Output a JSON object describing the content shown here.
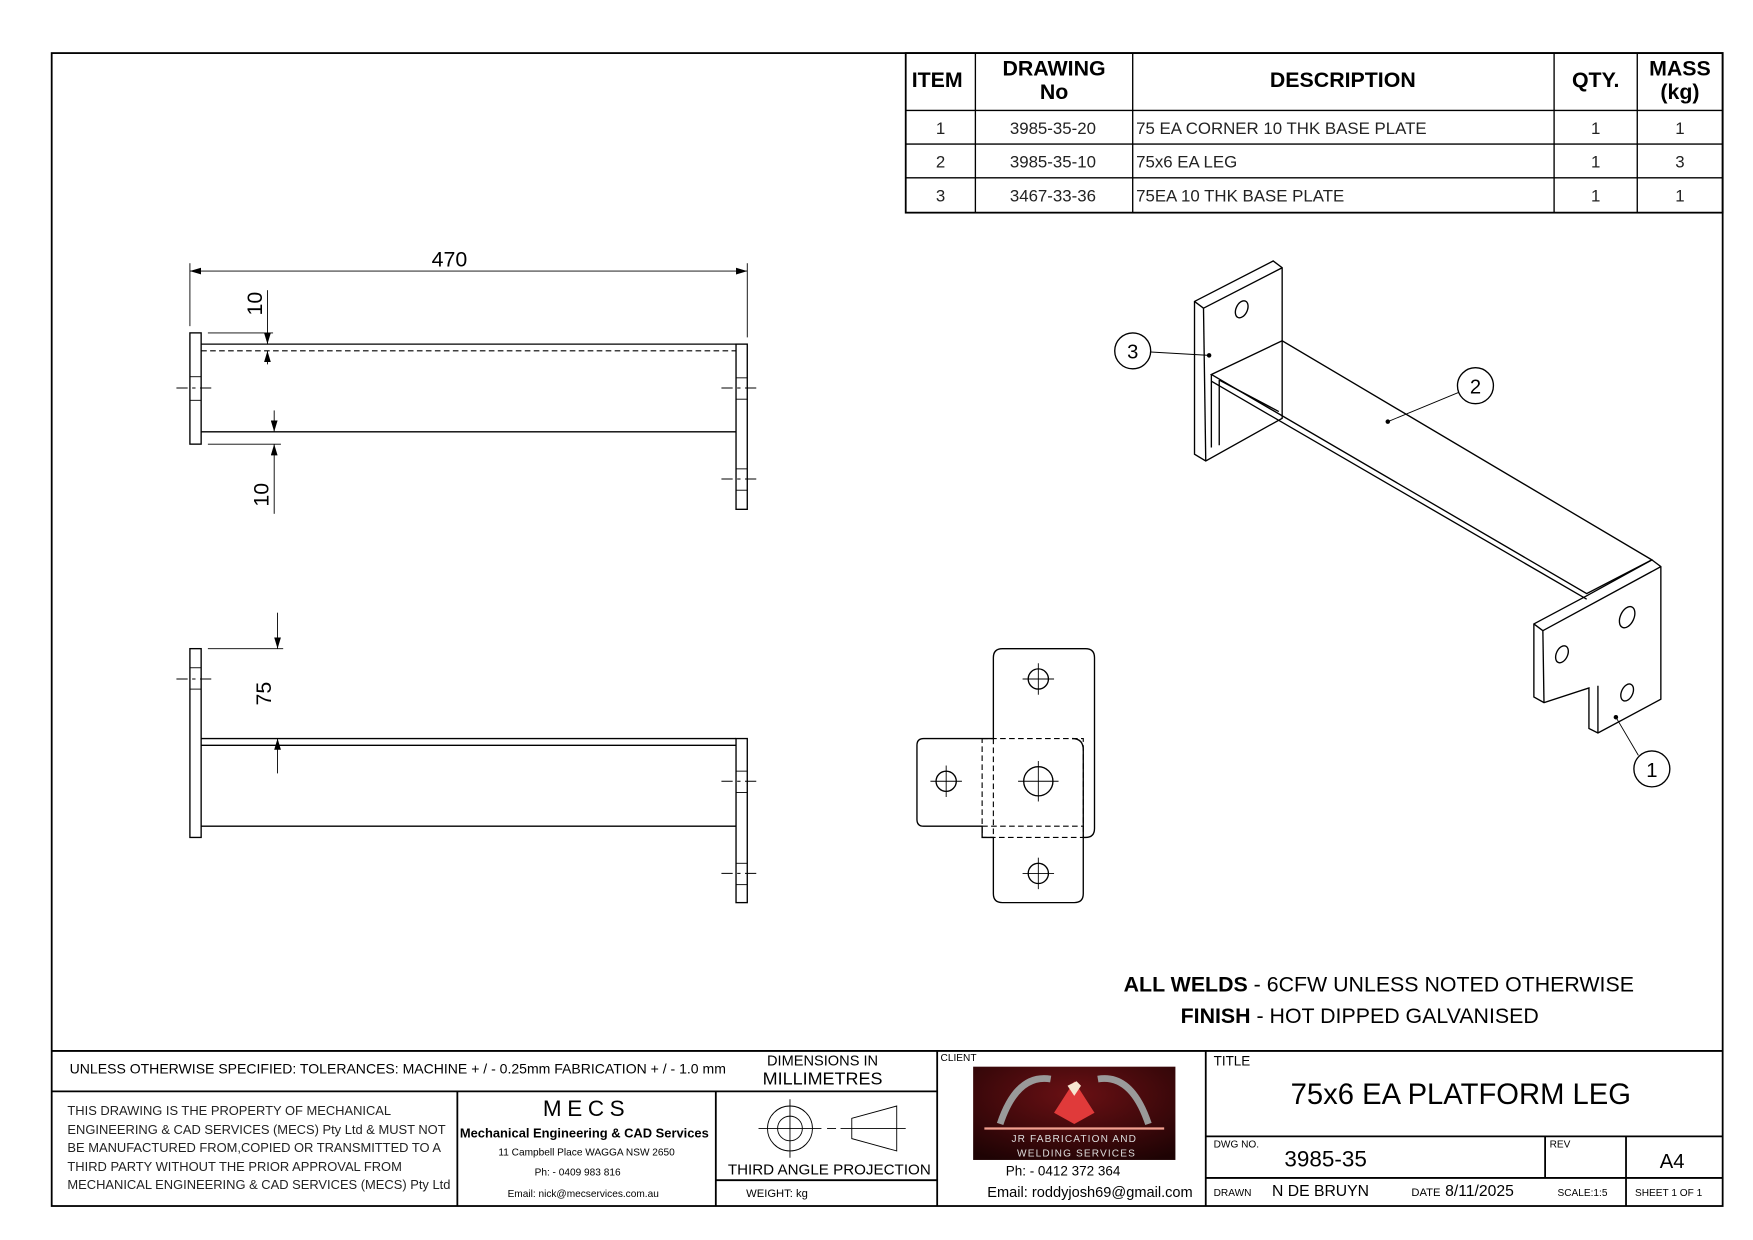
{
  "bom": {
    "headers": {
      "item": "ITEM",
      "drawing_no_1": "DRAWING",
      "drawing_no_2": "No",
      "description": "DESCRIPTION",
      "qty": "QTY.",
      "mass_1": "MASS",
      "mass_2": "(kg)"
    },
    "rows": [
      {
        "item": "1",
        "drawing_no": "3985-35-20",
        "description": "75 EA CORNER 10 THK BASE PLATE",
        "qty": "1",
        "mass": "1"
      },
      {
        "item": "2",
        "drawing_no": "3985-35-10",
        "description": "75x6 EA LEG",
        "qty": "1",
        "mass": "3"
      },
      {
        "item": "3",
        "drawing_no": "3467-33-36",
        "description": "75EA 10 THK BASE PLATE",
        "qty": "1",
        "mass": "1"
      }
    ]
  },
  "dimensions": {
    "length": "470",
    "top_flange": "10",
    "bottom_plate": "10",
    "height": "75"
  },
  "balloons": [
    "1",
    "2",
    "3"
  ],
  "notes": {
    "welds_label": "ALL WELDS",
    "welds_text": " - 6CFW UNLESS NOTED OTHERWISE",
    "finish_label": "FINISH",
    "finish_text": " - HOT DIPPED GALVANISED"
  },
  "title_block": {
    "tolerances": "UNLESS OTHERWISE SPECIFIED: TOLERANCES: MACHINE + / - 0.25mm  FABRICATION + / - 1.0 mm",
    "dims_in_1": "DIMENSIONS IN",
    "dims_in_2": "MILLIMETRES",
    "property_lines": [
      "THIS DRAWING IS THE PROPERTY OF MECHANICAL",
      "ENGINEERING & CAD SERVICES (MECS) Pty Ltd & MUST NOT",
      "BE MANUFACTURED FROM,COPIED OR TRANSMITTED TO A",
      "THIRD PARTY WITHOUT THE PRIOR APPROVAL FROM",
      "MECHANICAL ENGINEERING & CAD SERVICES (MECS) Pty Ltd"
    ],
    "mecs": {
      "logo": "MECS",
      "name": "Mechanical Engineering & CAD Services",
      "address": "11 Campbell Place WAGGA NSW 2650",
      "phone": "Ph: - 0409 983 816",
      "email": "Email: nick@mecservices.com.au"
    },
    "projection": "THIRD ANGLE PROJECTION",
    "weight": "WEIGHT: kg",
    "client_label": "CLIENT",
    "client": {
      "logo_line1": "JR FABRICATION AND",
      "logo_line2": "WELDING SERVICES",
      "phone": "Ph: - 0412 372 364",
      "email": "Email: roddyjosh69@gmail.com"
    },
    "title_label": "TITLE",
    "title": "75x6 EA PLATFORM LEG",
    "dwg_no_label": "DWG NO.",
    "dwg_no": "3985-35",
    "rev_label": "REV",
    "size": "A4",
    "drawn_label": "DRAWN",
    "drawn_by": "N DE BRUYN",
    "date_label": "DATE",
    "date": "8/11/2025",
    "scale": "SCALE:1:5",
    "sheet": "SHEET 1 OF 1"
  },
  "colors": {
    "logo_bg": "#3a0608",
    "logo_red": "#e03a3a",
    "logo_grey": "#9a9a9a"
  }
}
